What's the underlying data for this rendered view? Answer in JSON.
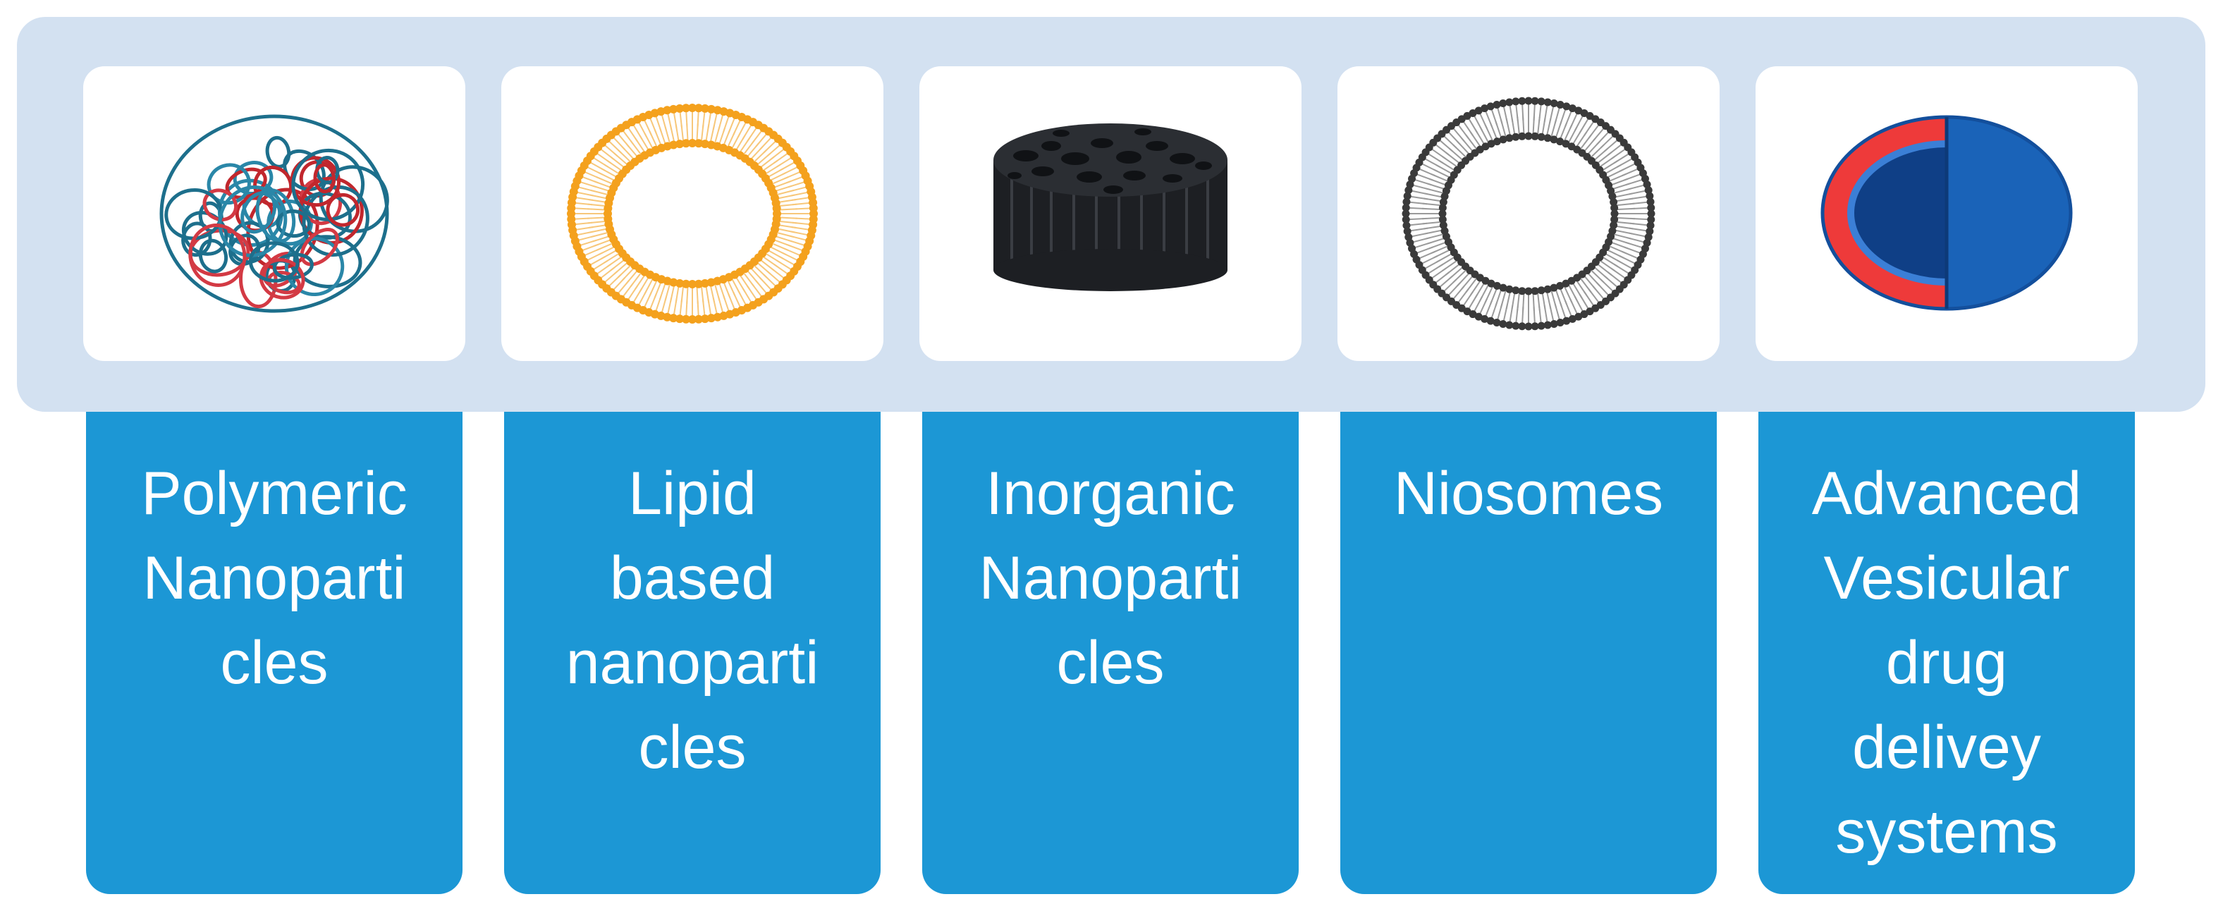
{
  "categories": [
    {
      "id": "polymeric",
      "icon": "polymer-coil-icon",
      "lines": [
        "Polymeric",
        "Nanoparti",
        "cles"
      ]
    },
    {
      "id": "lipid",
      "icon": "lipid-bilayer-ring-icon",
      "lines": [
        "Lipid",
        "based",
        "nanoparti",
        "cles"
      ]
    },
    {
      "id": "inorganic",
      "icon": "porous-disc-icon",
      "lines": [
        "Inorganic",
        "Nanoparti",
        "cles"
      ]
    },
    {
      "id": "niosomes",
      "icon": "niosome-ring-icon",
      "lines": [
        "Niosomes"
      ]
    },
    {
      "id": "vesicular",
      "icon": "vesicle-cutaway-icon",
      "lines": [
        "Advanced",
        "Vesicular",
        "drug",
        "delivey",
        "systems"
      ]
    }
  ],
  "colors": {
    "band": "#d3e1f1",
    "card": "#ffffff",
    "label_box": "#1c97d5",
    "label_text": "#ffffff",
    "lipid_orange": "#f4a11d",
    "niosome_dark": "#3a3a3a",
    "vesicle_red": "#ee3a3a",
    "vesicle_blue": "#1a63b8"
  }
}
